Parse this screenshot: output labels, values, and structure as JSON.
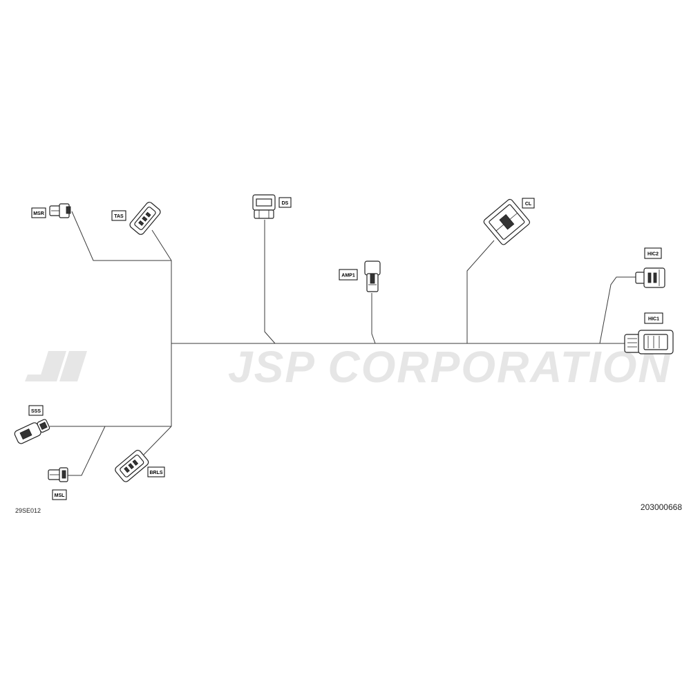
{
  "watermark": {
    "text": "JSP CORPORATION"
  },
  "connectors": {
    "msr": "MSR",
    "tas": "TAS",
    "ds": "DS",
    "amp1": "AMP1",
    "cl": "CL",
    "hic2": "HIC2",
    "hic1": "HIC1",
    "sss": "SSS",
    "brls": "BRLS",
    "msl": "MSL"
  },
  "codes": {
    "illustration": "29SE012",
    "part_number": "203000668"
  }
}
